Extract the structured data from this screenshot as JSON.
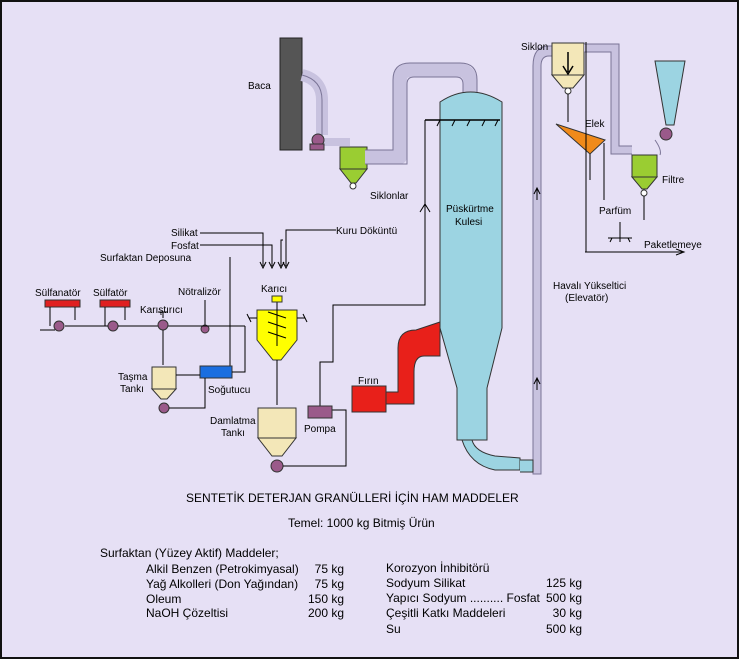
{
  "labels": {
    "baca": "Baca",
    "siklonlar": "Siklonlar",
    "puskurtme": [
      "Püskürtme",
      "Kulesi"
    ],
    "siklon": "Siklon",
    "elek": "Elek",
    "filtre": "Filtre",
    "parfum": "Parfüm",
    "paketleme": "Paketlemeye",
    "silikat": "Silikat",
    "fosfat": "Fosfat",
    "surfaktan_deposuna": "Surfaktan Deposuna",
    "kuru_dokuntu": "Kuru Döküntü",
    "sulfanator": "Sülfanatör",
    "sulfator": "Sülfatör",
    "karistirici": "Karıştırıcı",
    "notralizor": "Nötralizör",
    "karici": "Karıcı",
    "tasma": [
      "Taşma",
      "Tankı"
    ],
    "sogutucu": "Soğutucu",
    "damlatma": [
      "Damlatma",
      "Tankı"
    ],
    "pompa": "Pompa",
    "firin": "Fırın",
    "havali": [
      "Havalı Yükseltici",
      "(Elevatör)"
    ]
  },
  "caption": {
    "title": "SENTETİK DETERJAN GRANÜLLERİ İÇİN HAM MADDELER",
    "subtitle": "Temel: 1000 kg Bitmiş Ürün"
  },
  "left_table": {
    "heading": "Surfaktan (Yüzey Aktif) Maddeler;",
    "rows": [
      {
        "name": "Alkil Benzen (Petrokimyasal)",
        "qty": "75 kg"
      },
      {
        "name": "Yağ Alkolleri (Don Yağından)",
        "qty": "75 kg"
      },
      {
        "name": "Oleum",
        "qty": "150 kg"
      },
      {
        "name": "NaOH Çözeltisi",
        "qty": "200 kg"
      }
    ]
  },
  "right_table": {
    "rows": [
      {
        "name": "Korozyon İnhibitörü",
        "qty": ""
      },
      {
        "name": "Sodyum Silikat",
        "qty": "125 kg"
      },
      {
        "name": "Yapıcı Sodyum .......... Fosfat",
        "qty": "500 kg"
      },
      {
        "name": "Çeşitli Katkı Maddeleri",
        "qty": "30 kg"
      },
      {
        "name": "Su",
        "qty": "500 kg"
      }
    ]
  },
  "colors": {
    "background": "#e6e0f5",
    "tower": "#9cd4e2",
    "cyclone": "#9acd32",
    "tank": "#f3e7b8",
    "mixer": "#ffff00",
    "furnace": "#e8201a",
    "pump": "#9a5a8a",
    "pipe": "#c8c2df",
    "chimney": "#555555",
    "cooler": "#1a6ee0",
    "reactor": "#e02020"
  }
}
